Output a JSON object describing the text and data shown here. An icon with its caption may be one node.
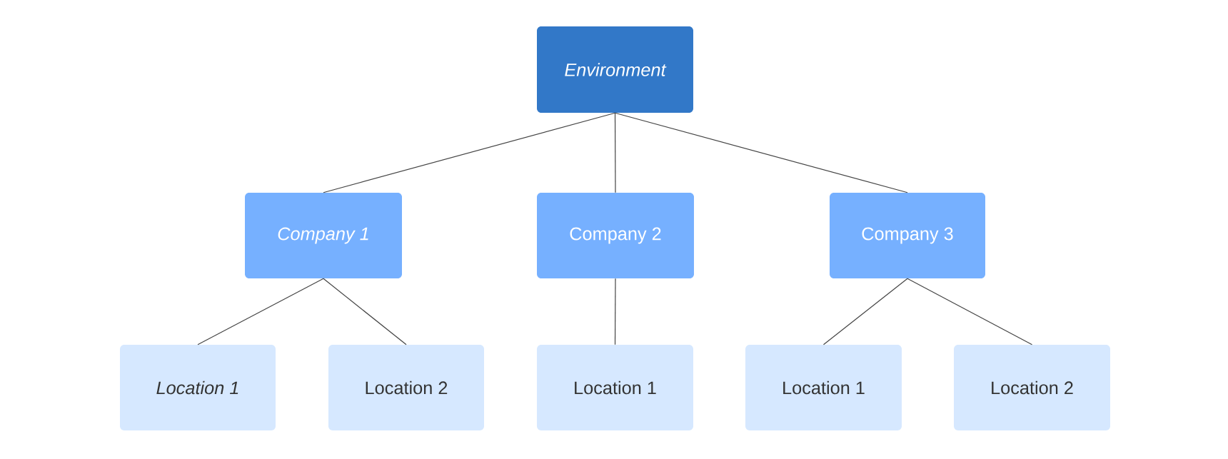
{
  "diagram": {
    "nodes": [
      {
        "text": [
          "Environment"
        ]
      },
      {
        "text": [
          "Company 1"
        ]
      },
      {
        "text": [
          "Company 2"
        ]
      },
      {
        "text": [
          "Company 3"
        ]
      },
      {
        "text": [
          "Location 1"
        ]
      },
      {
        "text": [
          "Location 2"
        ]
      },
      {
        "text": [
          "Location 1"
        ]
      },
      {
        "text": [
          "Location 1"
        ]
      },
      {
        "text": [
          "Location 2"
        ]
      }
    ],
    "edges": [
      {
        "from": 0,
        "to": 1,
        "arrow": "none"
      },
      {
        "from": 0,
        "to": 2,
        "arrow": "none"
      },
      {
        "from": 0,
        "to": 3,
        "arrow": "none"
      },
      {
        "from": 1,
        "to": 4,
        "arrow": "none"
      },
      {
        "from": 1,
        "to": 5,
        "arrow": "none"
      },
      {
        "from": 2,
        "to": 6,
        "arrow": "none"
      },
      {
        "from": 3,
        "to": 7,
        "arrow": "none"
      },
      {
        "from": 3,
        "to": 8,
        "arrow": "none"
      }
    ]
  }
}
